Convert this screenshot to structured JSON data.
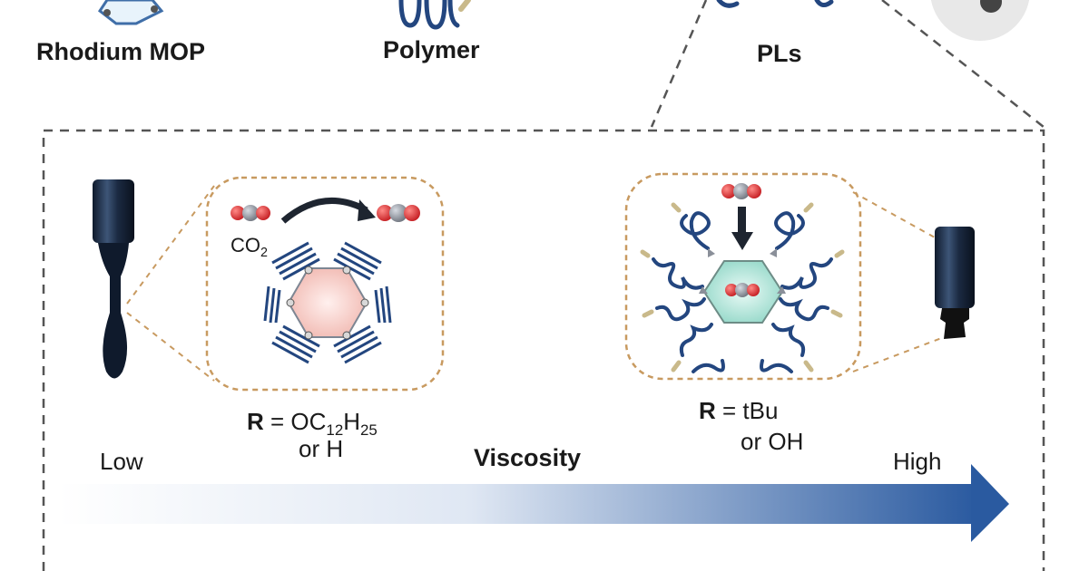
{
  "header": {
    "items": [
      {
        "label": "Rhodium MOP"
      },
      {
        "label": "Polymer"
      },
      {
        "label": "PLs"
      }
    ]
  },
  "left_panel": {
    "gas_label": "CO",
    "gas_subscript": "2",
    "r_symbol": "R",
    "r_eq": " = OC",
    "r_sub1": "12",
    "r_mid": "H",
    "r_sub2": "25",
    "r_alt": "or H"
  },
  "right_panel": {
    "r_symbol": "R",
    "r_eq": " = tBu",
    "r_alt": "or OH"
  },
  "scale": {
    "low": "Low",
    "title": "Viscosity",
    "high": "High"
  },
  "colors": {
    "arrow_start": "#ffffff",
    "arrow_end": "#2a5aa0",
    "dashed_box": "#555555",
    "inset_border": "#c89a60",
    "left_core": "#f6c9c4",
    "right_core": "#aee2d6",
    "polymer": "#23467f",
    "co2_red": "#d8282c",
    "co2_grey": "#8a8f99"
  }
}
